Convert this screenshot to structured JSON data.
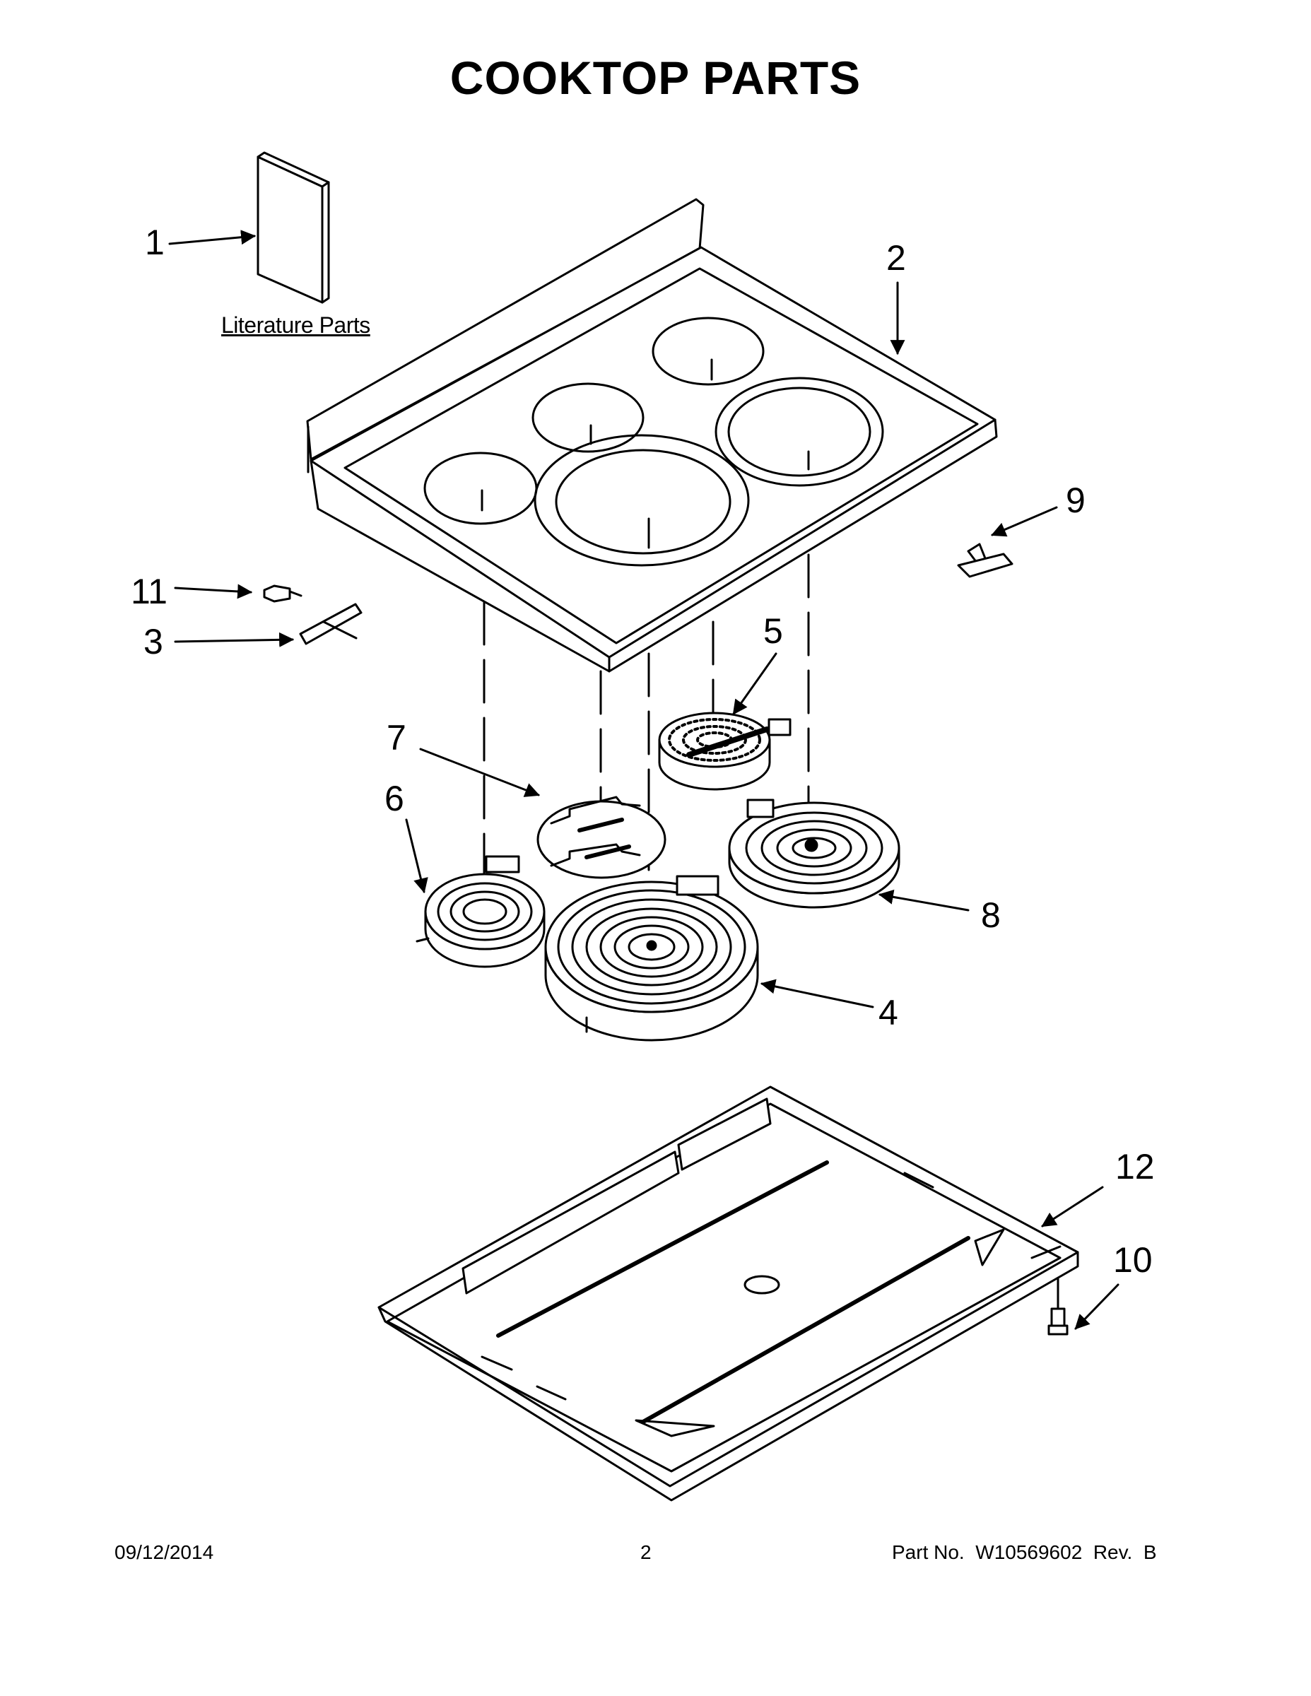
{
  "title": "COOKTOP PARTS",
  "literature_label": "Literature Parts",
  "callouts": {
    "c1": "1",
    "c2": "2",
    "c3": "3",
    "c4": "4",
    "c5": "5",
    "c6": "6",
    "c7": "7",
    "c8": "8",
    "c9": "9",
    "c10": "10",
    "c11": "11",
    "c12": "12"
  },
  "footer": {
    "date": "09/12/2014",
    "page": "2",
    "part_no": "Part No.  W10569602  Rev.  B"
  }
}
